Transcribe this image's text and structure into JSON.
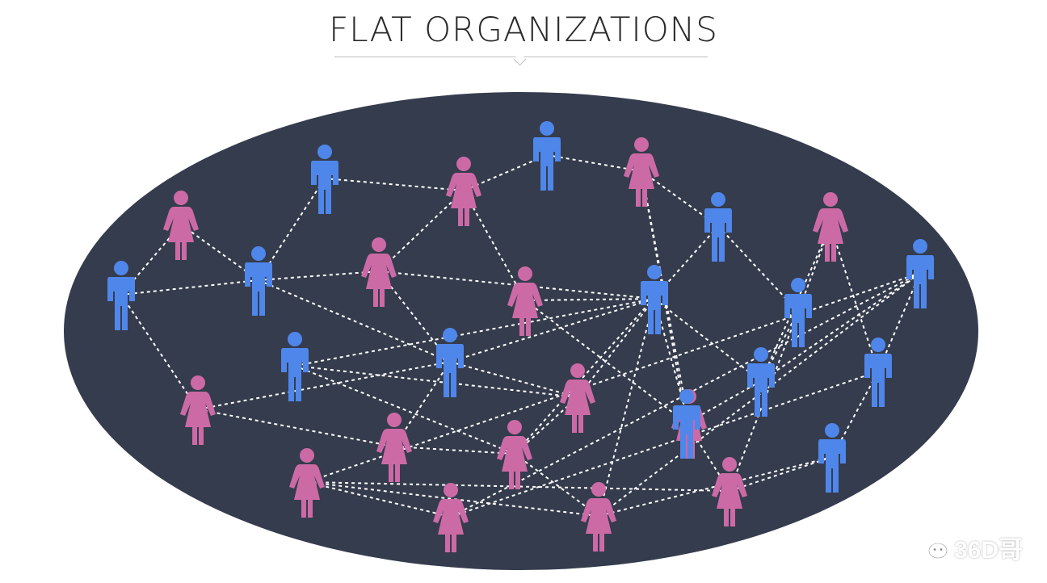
{
  "title": "FLAT ORGANIZATIONS",
  "watermark": {
    "text": "36D哥",
    "icon": "wechat-icon"
  },
  "colors": {
    "background_ellipse": "#353c4d",
    "male": "#4f86ea",
    "female": "#cc6aa6",
    "connection": "#ffffff",
    "title_text": "#2a2a2a"
  },
  "people": [
    {
      "id": "a",
      "gender": "male"
    },
    {
      "id": "b",
      "gender": "female"
    },
    {
      "id": "c",
      "gender": "male"
    },
    {
      "id": "d",
      "gender": "male"
    },
    {
      "id": "e",
      "gender": "female"
    },
    {
      "id": "f",
      "gender": "female"
    },
    {
      "id": "g",
      "gender": "male"
    },
    {
      "id": "h",
      "gender": "female"
    },
    {
      "id": "i",
      "gender": "female"
    },
    {
      "id": "j",
      "gender": "male"
    },
    {
      "id": "k",
      "gender": "male"
    },
    {
      "id": "l",
      "gender": "female"
    },
    {
      "id": "m",
      "gender": "male"
    },
    {
      "id": "n",
      "gender": "female"
    },
    {
      "id": "o",
      "gender": "female"
    },
    {
      "id": "p",
      "gender": "female"
    },
    {
      "id": "q",
      "gender": "female"
    },
    {
      "id": "r",
      "gender": "male"
    },
    {
      "id": "s",
      "gender": "male"
    },
    {
      "id": "t",
      "gender": "female"
    },
    {
      "id": "u",
      "gender": "male"
    },
    {
      "id": "v",
      "gender": "female"
    },
    {
      "id": "w",
      "gender": "male"
    },
    {
      "id": "x",
      "gender": "female"
    },
    {
      "id": "y",
      "gender": "female"
    },
    {
      "id": "z",
      "gender": "male"
    },
    {
      "id": "aa",
      "gender": "female"
    },
    {
      "id": "bb",
      "gender": "male"
    },
    {
      "id": "cc",
      "gender": "male"
    }
  ],
  "connections": [
    [
      "a",
      "b"
    ],
    [
      "a",
      "c"
    ],
    [
      "a",
      "h"
    ],
    [
      "b",
      "c"
    ],
    [
      "c",
      "d"
    ],
    [
      "c",
      "e"
    ],
    [
      "c",
      "g"
    ],
    [
      "d",
      "f"
    ],
    [
      "e",
      "g"
    ],
    [
      "e",
      "f"
    ],
    [
      "e",
      "j"
    ],
    [
      "f",
      "k"
    ],
    [
      "f",
      "i"
    ],
    [
      "k",
      "l"
    ],
    [
      "l",
      "q"
    ],
    [
      "l",
      "m"
    ],
    [
      "l",
      "r"
    ],
    [
      "q",
      "r"
    ],
    [
      "q",
      "j"
    ],
    [
      "m",
      "s"
    ],
    [
      "m",
      "p"
    ],
    [
      "s",
      "t"
    ],
    [
      "s",
      "u"
    ],
    [
      "s",
      "x"
    ],
    [
      "t",
      "u"
    ],
    [
      "u",
      "r"
    ],
    [
      "u",
      "w"
    ],
    [
      "w",
      "v"
    ],
    [
      "w",
      "aa"
    ],
    [
      "w",
      "z"
    ],
    [
      "w",
      "y"
    ],
    [
      "i",
      "j"
    ],
    [
      "i",
      "r"
    ],
    [
      "j",
      "g"
    ],
    [
      "j",
      "u"
    ],
    [
      "j",
      "n"
    ],
    [
      "j",
      "cc"
    ],
    [
      "j",
      "v"
    ],
    [
      "g",
      "h"
    ],
    [
      "g",
      "n"
    ],
    [
      "g",
      "o"
    ],
    [
      "h",
      "o"
    ],
    [
      "o",
      "p"
    ],
    [
      "n",
      "cc"
    ],
    [
      "n",
      "p"
    ],
    [
      "cc",
      "p"
    ],
    [
      "p",
      "v"
    ],
    [
      "v",
      "bb"
    ],
    [
      "v",
      "y"
    ],
    [
      "bb",
      "x"
    ],
    [
      "bb",
      "z"
    ],
    [
      "x",
      "y"
    ],
    [
      "y",
      "aa"
    ],
    [
      "aa",
      "z"
    ],
    [
      "z",
      "t"
    ],
    [
      "r",
      "x"
    ]
  ]
}
